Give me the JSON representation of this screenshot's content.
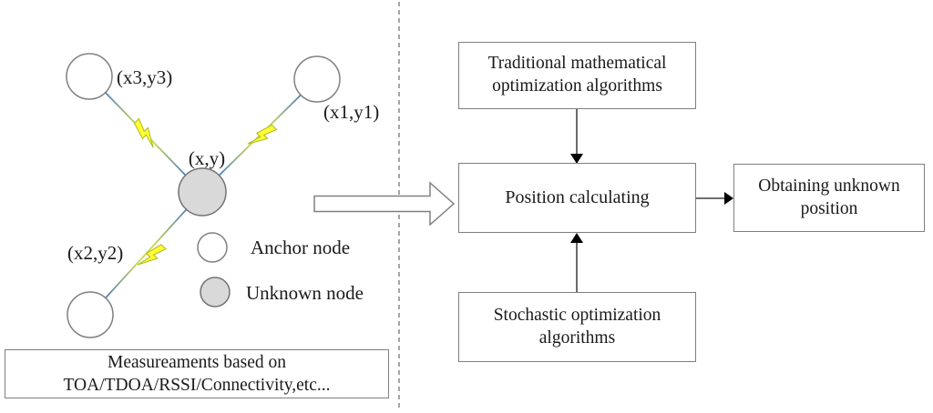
{
  "left_panel": {
    "node_labels": {
      "anchor1": "(x1,y1)",
      "anchor2": "(x2,y2)",
      "anchor3": "(x3,y3)",
      "unknown": "(x,y)"
    },
    "legend": {
      "anchor_label": "Anchor node",
      "unknown_label": "Unknown node"
    },
    "measurements_box": {
      "line1": "Measureaments based on",
      "line2": "TOA/TDOA/RSSI/Connectivity,etc..."
    }
  },
  "right_panel": {
    "top_box": "Traditional mathematical optimization algorithms",
    "center_box": "Position calculating",
    "bottom_box": "Stochastic optimization algorithms",
    "result_box": "Obtaining unknown position"
  },
  "icons": {
    "lightning_bolt": "wireless-link-bolt",
    "hollow_arrow": "panel-transition-arrow"
  },
  "colors": {
    "anchor_node_fill": "#ffffff",
    "unknown_node_fill": "#d9d9d9",
    "node_stroke": "#808080",
    "bolt_fill": "#ffff33",
    "bolt_stroke": "#a9b821",
    "link_end_blue": "#4f81bd",
    "link_mid_green": "#c9d94e",
    "box_border": "#7f7f7f",
    "arrow_line": "#595959",
    "arrow_head": "#000000",
    "divider": "#a6a6a6",
    "text": "#1a1a1a"
  }
}
